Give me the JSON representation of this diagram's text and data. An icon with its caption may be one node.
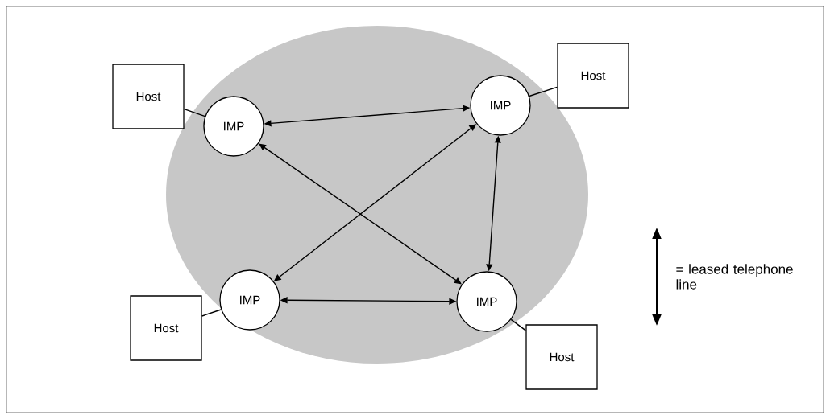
{
  "diagram": {
    "nodes": [
      {
        "text": [
          "Host"
        ]
      },
      {
        "text": [
          "IMP"
        ]
      },
      {
        "text": [
          "IMP"
        ]
      },
      {
        "text": [
          "Host"
        ]
      },
      {
        "text": [
          "IMP"
        ]
      },
      {
        "text": [
          "IMP"
        ]
      },
      {
        "text": [
          "Host"
        ]
      },
      {
        "text": [
          "Host"
        ]
      }
    ],
    "edges": [
      {
        "from": 0,
        "to": 1,
        "arrow": "none"
      },
      {
        "from": 3,
        "to": 2,
        "arrow": "none"
      },
      {
        "from": 6,
        "to": 4,
        "arrow": "none"
      },
      {
        "from": 7,
        "to": 5,
        "arrow": "none"
      },
      {
        "from": 1,
        "to": 2,
        "arrow": "both"
      },
      {
        "from": 1,
        "to": 5,
        "arrow": "both"
      },
      {
        "from": 2,
        "to": 4,
        "arrow": "both"
      },
      {
        "from": 2,
        "to": 5,
        "arrow": "both"
      },
      {
        "from": 4,
        "to": 5,
        "arrow": "both"
      }
    ],
    "legend": [
      {
        "text": "= leased telephone line"
      }
    ]
  }
}
